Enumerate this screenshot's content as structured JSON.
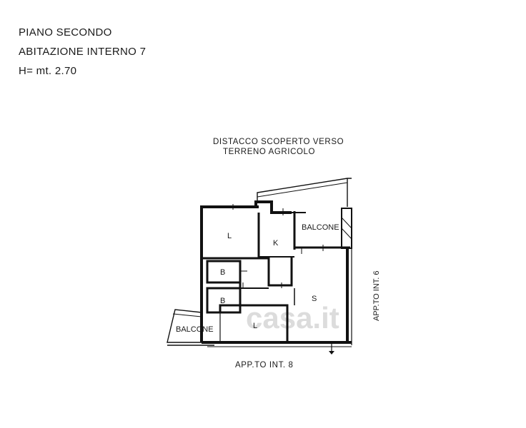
{
  "header": {
    "floor": "PIANO SECONDO",
    "unit": "ABITAZIONE INTERNO 7",
    "height": "H= mt. 2.70"
  },
  "top_note": {
    "line1": "DISTACCO SCOPERTO VERSO",
    "line2": "TERRENO  AGRICOLO"
  },
  "bottom_note": "APP.TO INT. 8",
  "right_note": "APP.TO INT. 6",
  "rooms": {
    "living": "L",
    "kitchen": "K",
    "bath1": "B",
    "bath2": "B",
    "soggiorno": "S",
    "living2": "L",
    "balcony_top": "BALCONE",
    "balcony_bottom": "BALCONE"
  },
  "watermark": "casa.it",
  "colors": {
    "wall": "#111111",
    "watermark": "#d9d9d9"
  }
}
